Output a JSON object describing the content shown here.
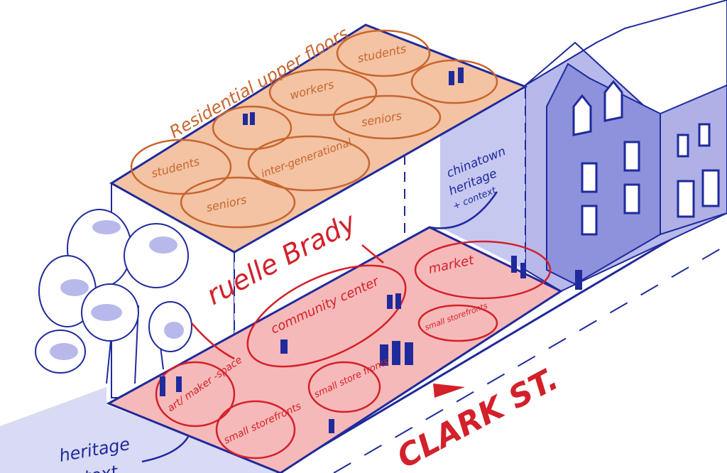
{
  "colors": {
    "ink_blue": "#1f2a9c",
    "ink_red": "#d3202a",
    "ink_orange": "#c8652e",
    "roof_fill": "#f3c3a3",
    "ground_fill": "#f6b9b9",
    "building_fill": "#b7b9ea",
    "lavender": "#d9daf3"
  },
  "roof": {
    "title": "Residential upper floors",
    "zones": [
      "students",
      "workers",
      "seniors",
      "students",
      "inter-generational",
      "seniors"
    ]
  },
  "context_note": {
    "line1": "chinatown",
    "line2": "heritage",
    "line3": "+ context"
  },
  "alley_label": "ruelle Brady",
  "ground": {
    "zones": [
      "market",
      "community center",
      "small storefronts",
      "art/ maker -space",
      "small store fronts",
      "small storefronts"
    ]
  },
  "street_label": "CLARK ST.",
  "bottom_note": {
    "line1": "heritage",
    "line2": "text"
  }
}
